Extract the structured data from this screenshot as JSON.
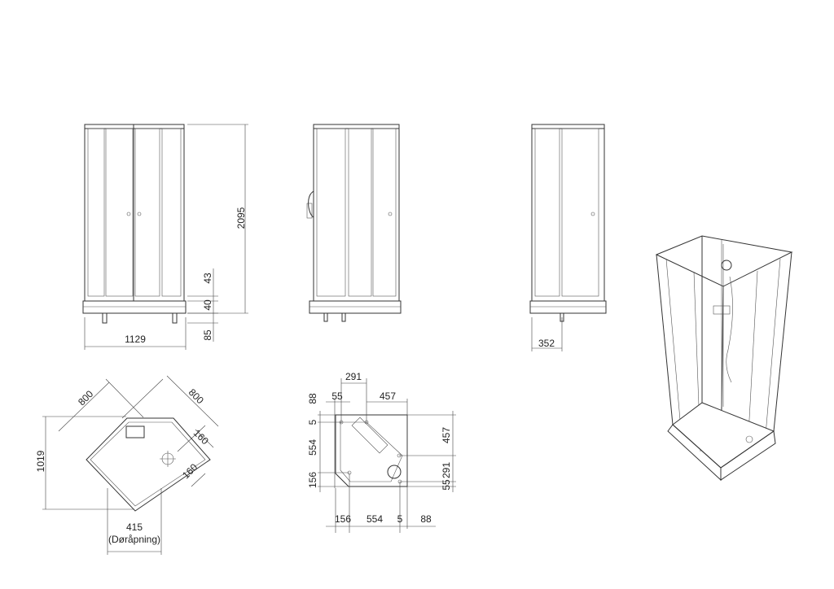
{
  "front_view": {
    "height": "2095",
    "top_gap": "43",
    "base": "40",
    "feet": "85",
    "width": "1129"
  },
  "side_view_right": {
    "depth": "352"
  },
  "top_plan": {
    "side_a": "800",
    "side_b": "800",
    "drain_a": "160",
    "drain_b": "160",
    "depth": "1019",
    "door_opening": "415",
    "door_opening_label": "(Døråpning)"
  },
  "base_plan": {
    "top_291": "291",
    "top_88": "88",
    "top_55": "55",
    "top_457": "457",
    "left_5": "5",
    "left_554": "554",
    "left_156": "156",
    "right_457": "457",
    "right_291": "291",
    "right_55": "55",
    "bottom_156": "156",
    "bottom_554": "554",
    "bottom_5": "5",
    "bottom_88": "88"
  }
}
